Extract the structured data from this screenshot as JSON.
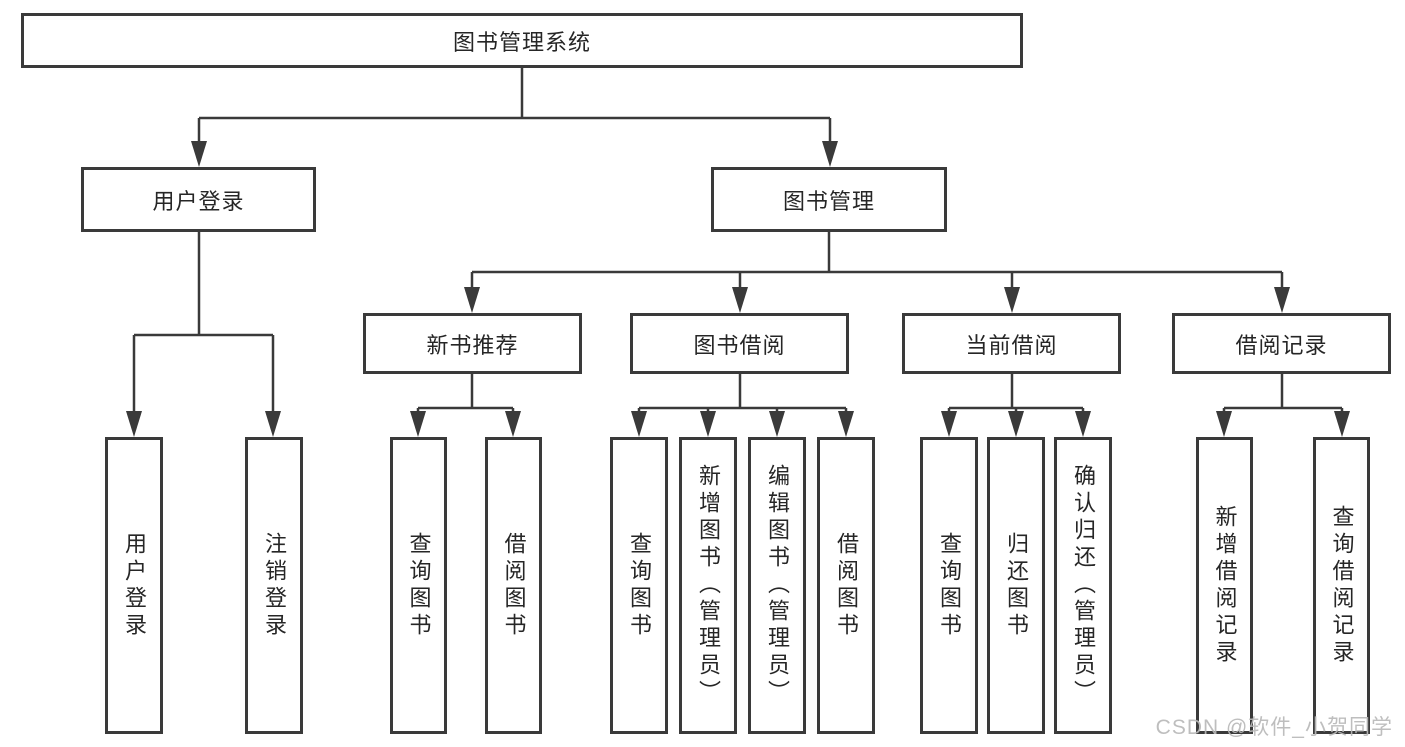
{
  "tree": {
    "root": {
      "label": "图书管理系统"
    },
    "branches": [
      {
        "label": "用户登录",
        "leaves": [
          "用户登录",
          "注销登录"
        ]
      },
      {
        "label": "图书管理",
        "groups": [
          {
            "label": "新书推荐",
            "leaves": [
              "查询图书",
              "借阅图书"
            ]
          },
          {
            "label": "图书借阅",
            "leaves": [
              "查询图书",
              "新增图书（管理员）",
              "编辑图书（管理员）",
              "借阅图书"
            ]
          },
          {
            "label": "当前借阅",
            "leaves": [
              "查询图书",
              "归还图书",
              "确认归还（管理员）"
            ]
          },
          {
            "label": "借阅记录",
            "leaves": [
              "新增借阅记录",
              "查询借阅记录"
            ]
          }
        ]
      }
    ]
  },
  "watermark": "CSDN @软件_小贺同学",
  "colors": {
    "line": "#3a3a3a",
    "text": "#262626",
    "watermark": "#b9b9b9",
    "background": "#ffffff"
  }
}
